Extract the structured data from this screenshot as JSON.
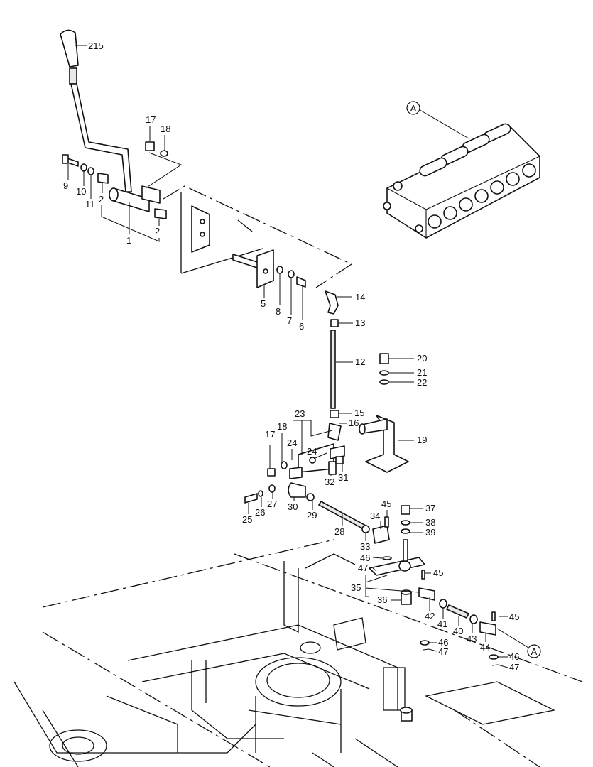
{
  "diagram": {
    "callouts": [
      {
        "id": "215",
        "text": "215"
      },
      {
        "id": "17a",
        "text": "17"
      },
      {
        "id": "18a",
        "text": "18"
      },
      {
        "id": "9",
        "text": "9"
      },
      {
        "id": "10",
        "text": "10"
      },
      {
        "id": "11",
        "text": "11"
      },
      {
        "id": "2a",
        "text": "2"
      },
      {
        "id": "2b",
        "text": "2"
      },
      {
        "id": "1",
        "text": "1"
      },
      {
        "id": "5",
        "text": "5"
      },
      {
        "id": "8",
        "text": "8"
      },
      {
        "id": "7",
        "text": "7"
      },
      {
        "id": "6",
        "text": "6"
      },
      {
        "id": "14",
        "text": "14"
      },
      {
        "id": "13",
        "text": "13"
      },
      {
        "id": "12",
        "text": "12"
      },
      {
        "id": "20",
        "text": "20"
      },
      {
        "id": "21",
        "text": "21"
      },
      {
        "id": "22",
        "text": "22"
      },
      {
        "id": "15",
        "text": "15"
      },
      {
        "id": "16",
        "text": "16"
      },
      {
        "id": "23",
        "text": "23"
      },
      {
        "id": "17b",
        "text": "17"
      },
      {
        "id": "18b",
        "text": "18"
      },
      {
        "id": "24a",
        "text": "24"
      },
      {
        "id": "24b",
        "text": "24"
      },
      {
        "id": "19",
        "text": "19"
      },
      {
        "id": "32",
        "text": "32"
      },
      {
        "id": "31",
        "text": "31"
      },
      {
        "id": "27",
        "text": "27"
      },
      {
        "id": "26",
        "text": "26"
      },
      {
        "id": "25",
        "text": "25"
      },
      {
        "id": "30",
        "text": "30"
      },
      {
        "id": "29",
        "text": "29"
      },
      {
        "id": "28",
        "text": "28"
      },
      {
        "id": "45a",
        "text": "45"
      },
      {
        "id": "34",
        "text": "34"
      },
      {
        "id": "37",
        "text": "37"
      },
      {
        "id": "38",
        "text": "38"
      },
      {
        "id": "39",
        "text": "39"
      },
      {
        "id": "33",
        "text": "33"
      },
      {
        "id": "46a",
        "text": "46"
      },
      {
        "id": "47a",
        "text": "47"
      },
      {
        "id": "45b",
        "text": "45"
      },
      {
        "id": "35",
        "text": "35"
      },
      {
        "id": "36",
        "text": "36"
      },
      {
        "id": "42",
        "text": "42"
      },
      {
        "id": "41",
        "text": "41"
      },
      {
        "id": "40",
        "text": "40"
      },
      {
        "id": "43",
        "text": "43"
      },
      {
        "id": "44",
        "text": "44"
      },
      {
        "id": "45c",
        "text": "45"
      },
      {
        "id": "46b",
        "text": "46"
      },
      {
        "id": "47b",
        "text": "47"
      },
      {
        "id": "46c",
        "text": "46"
      },
      {
        "id": "47c",
        "text": "47"
      }
    ],
    "references": [
      {
        "id": "refA1",
        "text": "A"
      },
      {
        "id": "refA2",
        "text": "A"
      }
    ]
  }
}
